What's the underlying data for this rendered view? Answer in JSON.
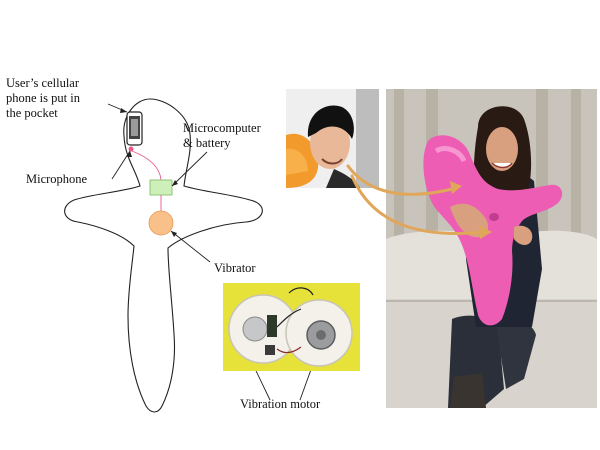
{
  "labels": {
    "phone_pocket": [
      "User’s cellular",
      "phone is put in",
      "the pocket"
    ],
    "microcomputer": [
      "Microcomputer",
      "& battery"
    ],
    "microphone": "Microphone",
    "vibrator": "Vibrator",
    "vibration_motor": "Vibration motor"
  },
  "colors": {
    "outline": "#222222",
    "microcomputer_box": "#ccf0b8",
    "vibrator_circle": "#f9c08a",
    "pillow_pink": "#ee5db4",
    "orange_pillow": "#f29a2c",
    "motor_background": "#e6e23a",
    "sofa": "#e4e0da",
    "arrow": "#e0a65a"
  },
  "photos": {
    "man": "man-hugging-orange-robot-photo",
    "woman": "woman-hugging-pink-robot-photo",
    "motor": "vibration-motor-closeup-photo"
  }
}
